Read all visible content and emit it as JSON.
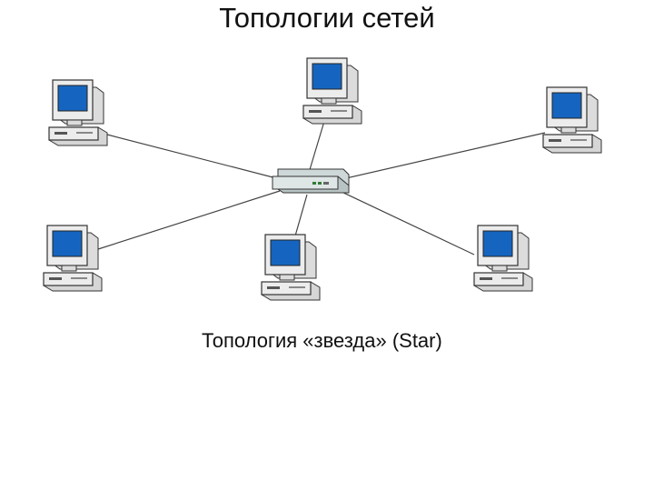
{
  "page": {
    "title": "Топологии сетей",
    "caption": "Топология «звезда» (Star)"
  },
  "diagram": {
    "hub": {
      "icon": "network-hub-icon"
    },
    "nodes": [
      {
        "id": "pc-top-left",
        "icon": "desktop-computer-icon"
      },
      {
        "id": "pc-top-center",
        "icon": "desktop-computer-icon"
      },
      {
        "id": "pc-top-right",
        "icon": "desktop-computer-icon"
      },
      {
        "id": "pc-bottom-left",
        "icon": "desktop-computer-icon"
      },
      {
        "id": "pc-bottom-center",
        "icon": "desktop-computer-icon"
      },
      {
        "id": "pc-bottom-right",
        "icon": "desktop-computer-icon"
      }
    ],
    "colors": {
      "screen": "#1565c0",
      "computer_body": "#ececec",
      "outline": "#333333",
      "link": "#444444"
    }
  }
}
